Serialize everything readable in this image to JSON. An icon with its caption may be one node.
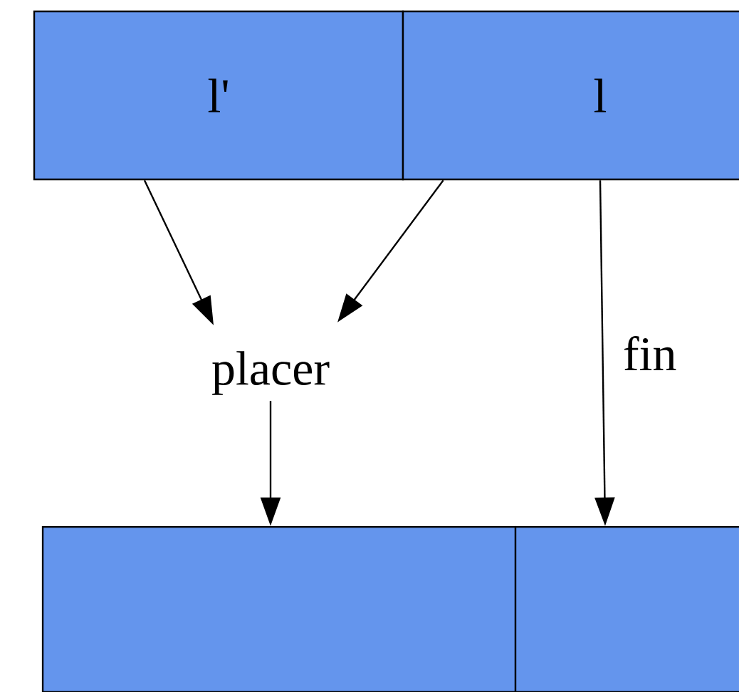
{
  "diagram": {
    "nodes": [
      {
        "text": [
          "l'"
        ]
      },
      {
        "text": [
          "l"
        ]
      },
      {
        "text": [
          "placer"
        ]
      },
      {
        "text": [],
        "shape": "box"
      },
      {
        "text": [],
        "shape": "box"
      }
    ],
    "edges": [
      {
        "from": 0,
        "to": 2,
        "arrow": "to"
      },
      {
        "from": 1,
        "to": 2,
        "arrow": "to"
      },
      {
        "from": 2,
        "to": 3,
        "arrow": "to"
      },
      {
        "from": 1,
        "to": 4,
        "arrow": "to",
        "label": "fin"
      }
    ]
  }
}
